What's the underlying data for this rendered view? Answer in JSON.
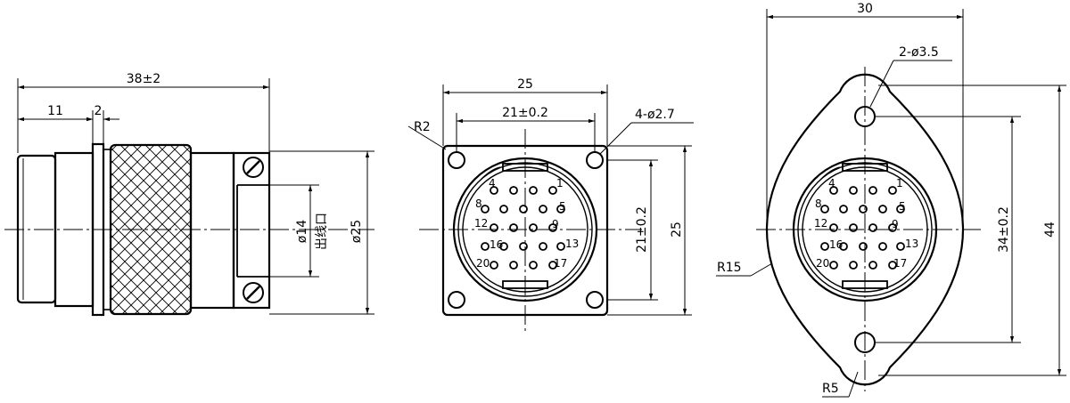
{
  "side_view": {
    "dims": {
      "overall_length": "38±2",
      "flange_offset": "11",
      "flange_thickness": "2",
      "cable_bore": "ø14",
      "body_diameter": "ø25"
    },
    "cable_outlet_label": "出线口"
  },
  "square_flange_view": {
    "dims": {
      "width": "25",
      "hole_pitch_x": "21±0.2",
      "hole_pitch_y": "21±0.2",
      "height": "25",
      "mounting_holes": "4-ø2.7",
      "corner_radius": "R2"
    }
  },
  "diamond_flange_view": {
    "dims": {
      "width": "30",
      "hole_pitch": "34±0.2",
      "height": "44",
      "mounting_holes": "2-ø3.5",
      "lobe_radius": "R15",
      "end_radius": "R5"
    }
  },
  "pin_labels": {
    "p4": "4",
    "p1": "1",
    "p8": "8",
    "p5": "5",
    "p12": "12",
    "p9": "9",
    "p16": "16",
    "p13": "13",
    "p20": "20",
    "p17": "17"
  }
}
